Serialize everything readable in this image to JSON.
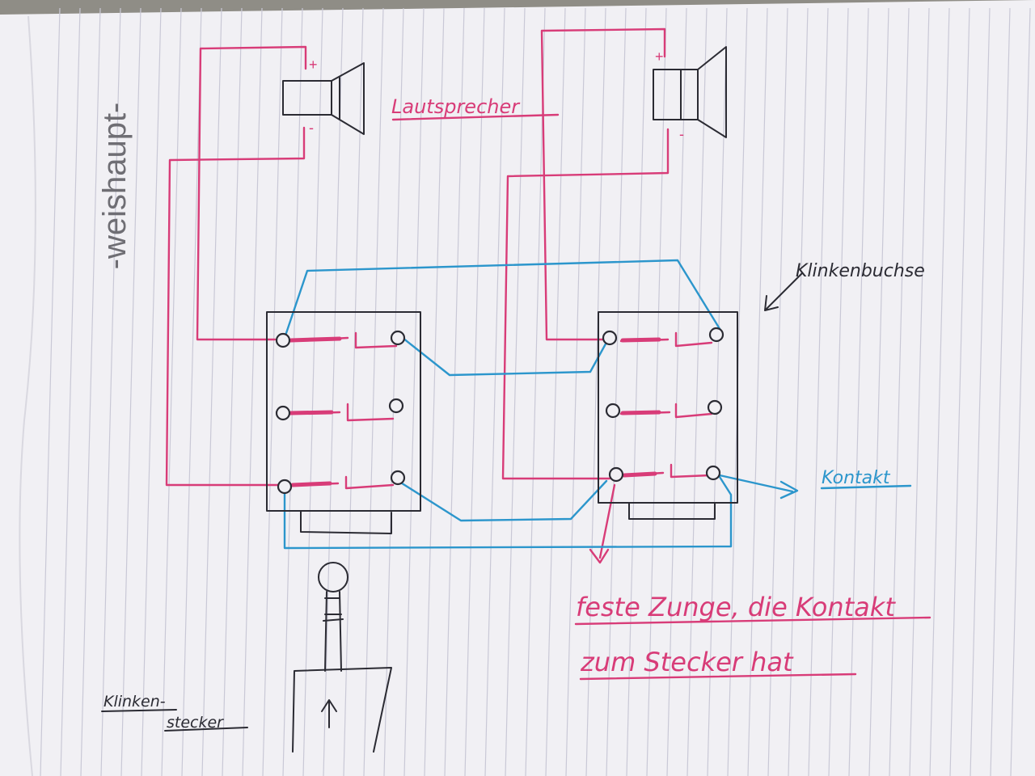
{
  "brand": "-weishaupt-",
  "labels": {
    "speakers": "Lautsprecher",
    "jack_socket": "Klinkenbuchse",
    "contact": "Kontakt",
    "fixed_tongue_line1": "feste Zunge, die Kontakt",
    "fixed_tongue_line2": "zum Stecker hat",
    "jack_plug_line1": "Klinken-",
    "jack_plug_line2": "stecker"
  },
  "speaker_polarity": {
    "plus": "+",
    "minus": "-"
  },
  "colors": {
    "paper": "#f1f0f4",
    "ruling": "#c9c8d6",
    "pink": "#d83c78",
    "blue": "#2c96cc",
    "pencil": "#2b2b33",
    "background": "#8f8d86"
  }
}
